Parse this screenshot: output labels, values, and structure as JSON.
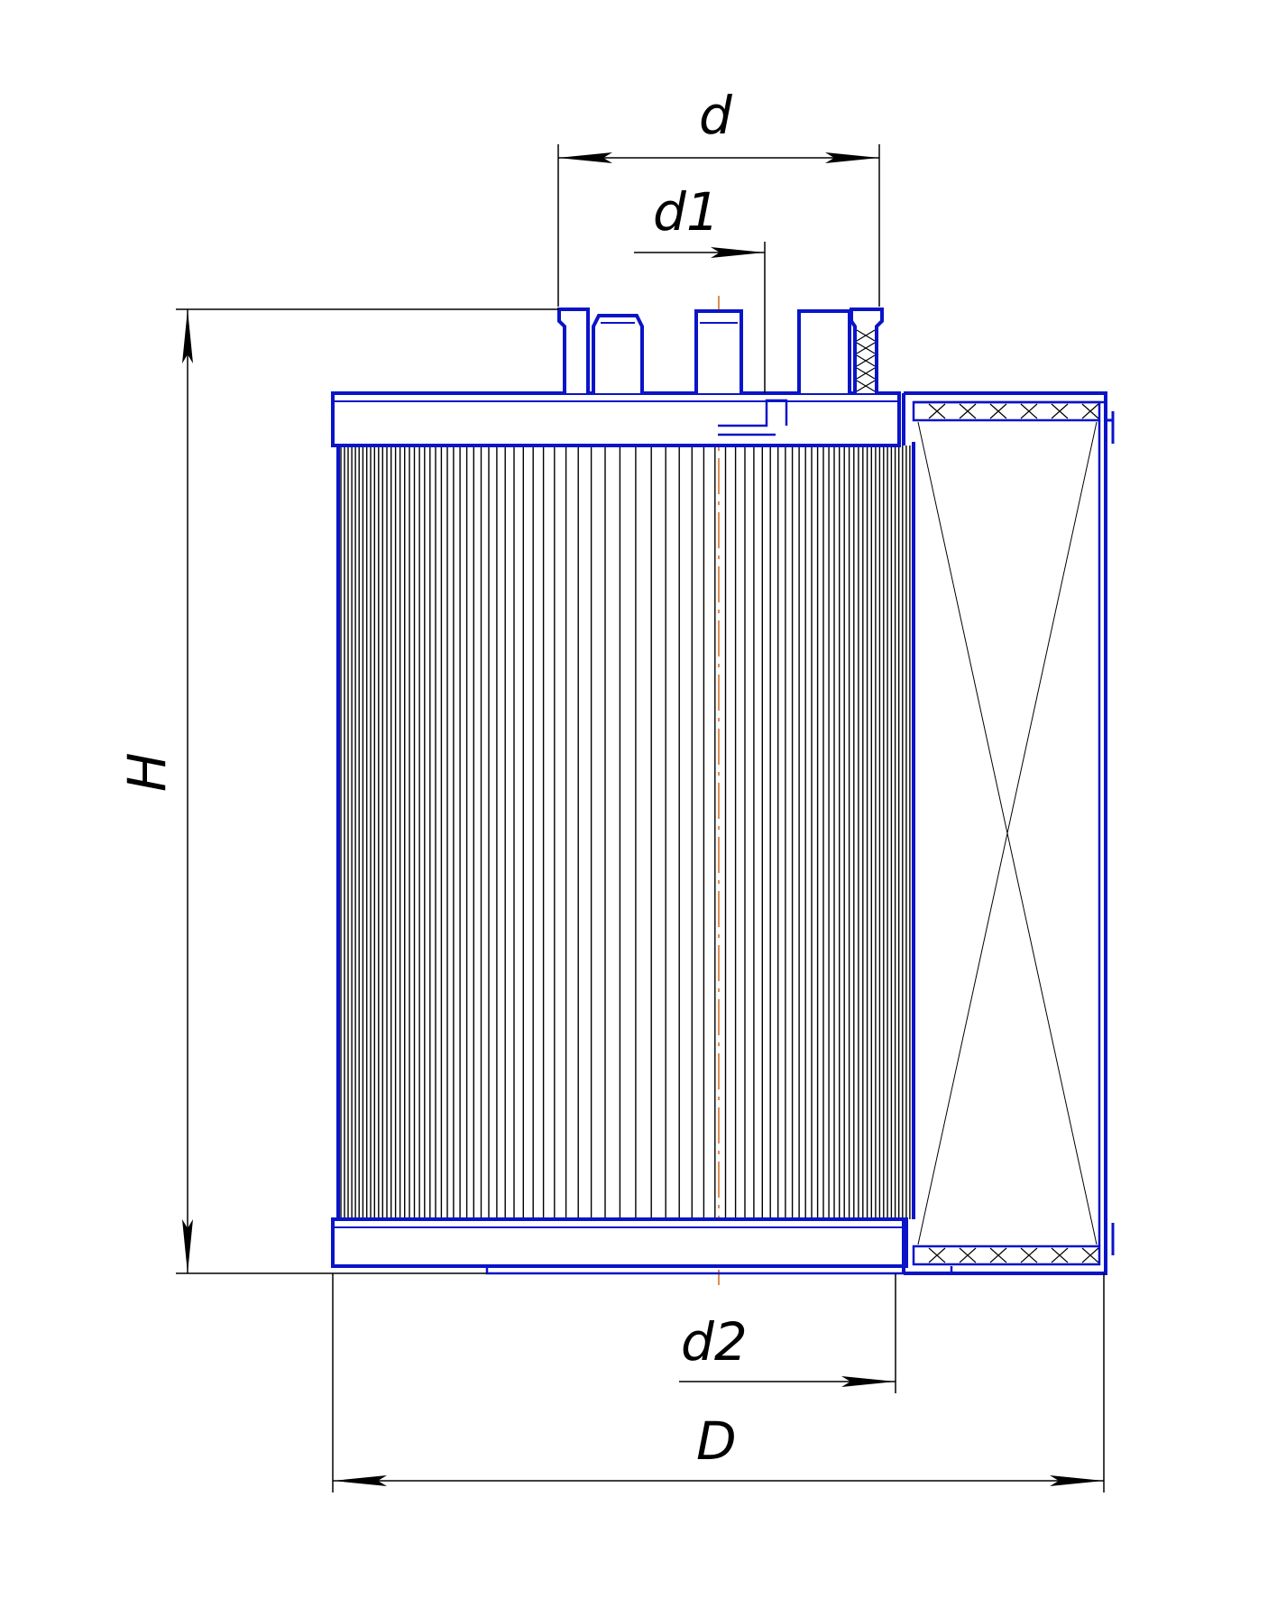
{
  "drawing": {
    "colors": {
      "outline": "#0a14c8",
      "thin": "#000000",
      "centerline": "#d2691e",
      "background": "#ffffff"
    },
    "labels": {
      "d": "d",
      "d1": "d1",
      "d2": "d2",
      "D": "D",
      "H": "H"
    }
  }
}
